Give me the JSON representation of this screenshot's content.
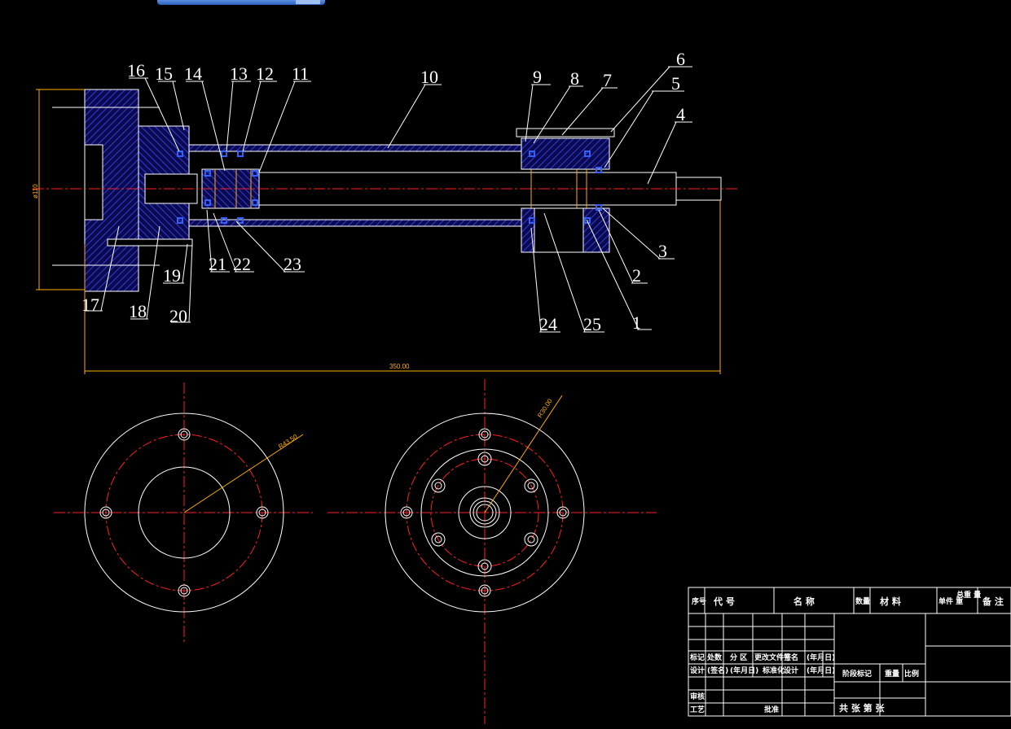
{
  "drawing": {
    "callouts": [
      "1",
      "2",
      "3",
      "4",
      "5",
      "6",
      "7",
      "8",
      "9",
      "10",
      "11",
      "12",
      "13",
      "14",
      "15",
      "16",
      "17",
      "18",
      "19",
      "20",
      "21",
      "22",
      "23",
      "24",
      "25"
    ],
    "dimensions": {
      "overall_length": "350.00",
      "height": "ø110",
      "radius_left": "R43.50",
      "radius_right": "R30.00"
    }
  },
  "title_block": {
    "headers": {
      "seq": "序号",
      "code": "代      号",
      "name": "名      称",
      "qty": "数量",
      "material": "材      料",
      "unit_weight": "单件 重",
      "total_weight": "总重 量",
      "remarks": "备 注"
    },
    "rows": {
      "r1": [
        "标记",
        "处数",
        "分 区",
        "更改文件号",
        "签名",
        "(年月日)"
      ],
      "r2": [
        "设计",
        "(签名)",
        "(年月日)",
        "标准化",
        "设计",
        "(年月日)"
      ],
      "r3": [
        "审核"
      ],
      "r4": [
        "工艺",
        "批准"
      ]
    },
    "stage": "阶段标记",
    "weight": "重量",
    "scale": "比例",
    "sheets": "共   张   第   张"
  },
  "colors": {
    "background": "#000000",
    "line": "#ffffff",
    "centerline": "#ff2020",
    "hatch": "#2a2ab8",
    "dimension": "#ffb000",
    "seal": "#3060ff"
  }
}
